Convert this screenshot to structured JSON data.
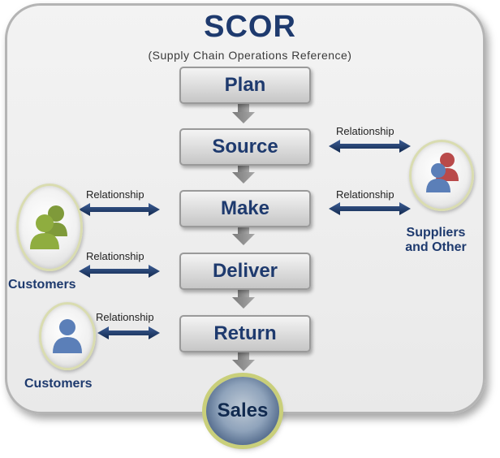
{
  "title": "SCOR",
  "subtitle": "(Supply Chain Operations Reference)",
  "steps": {
    "plan": "Plan",
    "source": "Source",
    "make": "Make",
    "deliver": "Deliver",
    "return": "Return"
  },
  "sales": "Sales",
  "relationship": "Relationship",
  "actors": {
    "suppliers_line1": "Suppliers",
    "suppliers_line2": "and Other",
    "customers": "Customers"
  },
  "colors": {
    "title": "#1e3a6e",
    "arrow": "#1e3a6e",
    "step_fill": "#d6d6d6",
    "supplier_person": "#b94a4a",
    "customer_person": "#7f9a3a",
    "customer2_person": "#5b7fb8"
  }
}
